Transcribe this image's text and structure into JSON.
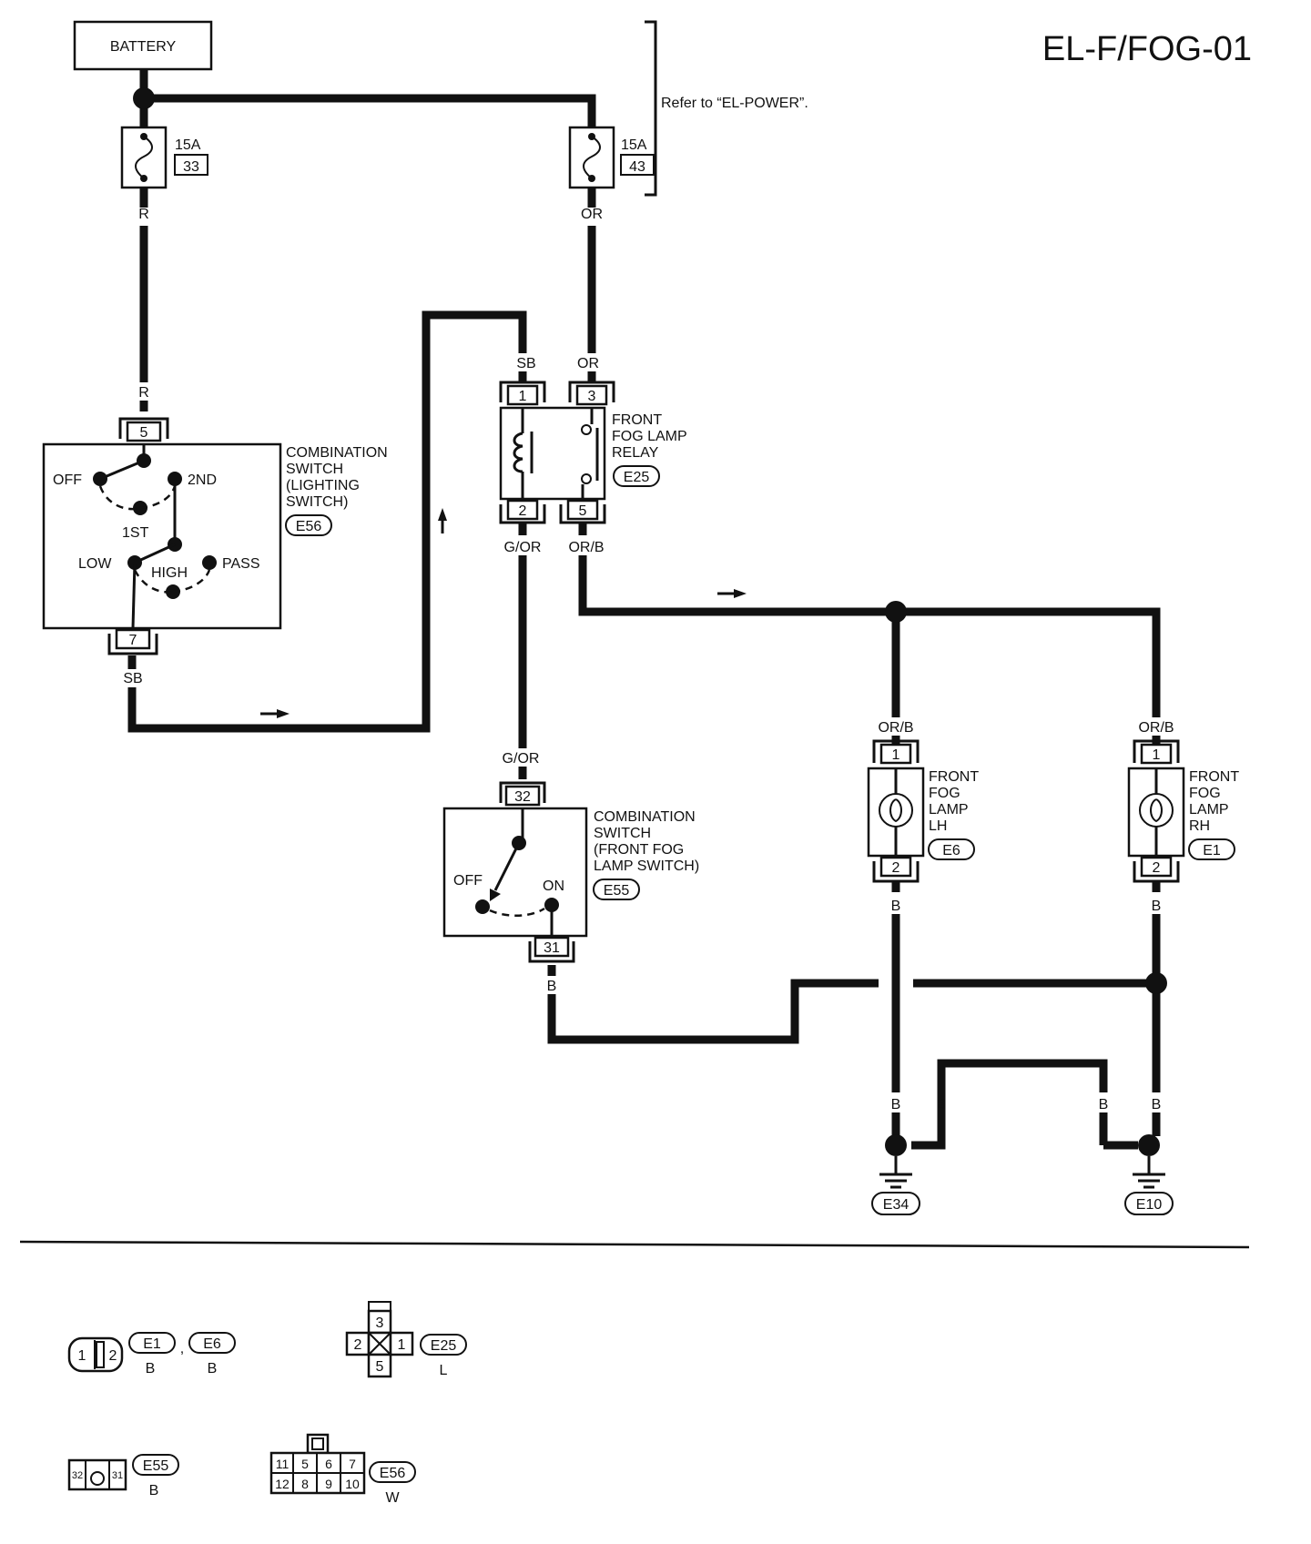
{
  "diagram_code": "EL-F/FOG-01",
  "power_note": "Refer to “EL-POWER”.",
  "battery": "BATTERY",
  "fuse_left": {
    "rating": "15A",
    "number": "33"
  },
  "fuse_right": {
    "rating": "15A",
    "number": "43"
  },
  "wire_colors": {
    "r": "R",
    "or": "OR",
    "sb": "SB",
    "g_or": "G/OR",
    "or_b": "OR/B",
    "b": "B"
  },
  "lighting_switch": {
    "name_lines": [
      "COMBINATION",
      "SWITCH",
      "(LIGHTING",
      "SWITCH)"
    ],
    "connector": "E56",
    "pin_top": "5",
    "pin_bottom": "7",
    "positions": {
      "off": "OFF",
      "first": "1ST",
      "second": "2ND",
      "low": "LOW",
      "high": "HIGH",
      "pass": "PASS"
    }
  },
  "relay": {
    "name_lines": [
      "FRONT",
      "FOG LAMP",
      "RELAY"
    ],
    "connector": "E25",
    "pins": {
      "p1": "1",
      "p2": "2",
      "p3": "3",
      "p5": "5"
    }
  },
  "fog_switch": {
    "name_lines": [
      "COMBINATION",
      "SWITCH",
      "(FRONT FOG",
      "LAMP SWITCH)"
    ],
    "connector": "E55",
    "pin_top": "32",
    "pin_bottom": "31",
    "positions": {
      "off": "OFF",
      "on": "ON"
    }
  },
  "lamp_lh": {
    "name_lines": [
      "FRONT",
      "FOG",
      "LAMP",
      "LH"
    ],
    "connector": "E6",
    "pin_top": "1",
    "pin_bottom": "2"
  },
  "lamp_rh": {
    "name_lines": [
      "FRONT",
      "FOG",
      "LAMP",
      "RH"
    ],
    "connector": "E1",
    "pin_top": "1",
    "pin_bottom": "2"
  },
  "grounds": {
    "left": "E34",
    "right": "E10"
  },
  "connector_views": {
    "e1_e6": {
      "pins": [
        "1",
        "2"
      ],
      "label_a": "E1",
      "label_b": "E6",
      "separator": ",",
      "color_a": "B",
      "color_b": "B"
    },
    "e25": {
      "pins": [
        "3",
        "2",
        "1",
        "5"
      ],
      "label": "E25",
      "color": "L"
    },
    "e55": {
      "pins": [
        "32",
        "31"
      ],
      "label": "E55",
      "color": "B"
    },
    "e56": {
      "pins_top": [
        "11",
        "5",
        "6",
        "7"
      ],
      "pins_bottom": [
        "12",
        "8",
        "9",
        "10"
      ],
      "label": "E56",
      "color": "W"
    }
  }
}
